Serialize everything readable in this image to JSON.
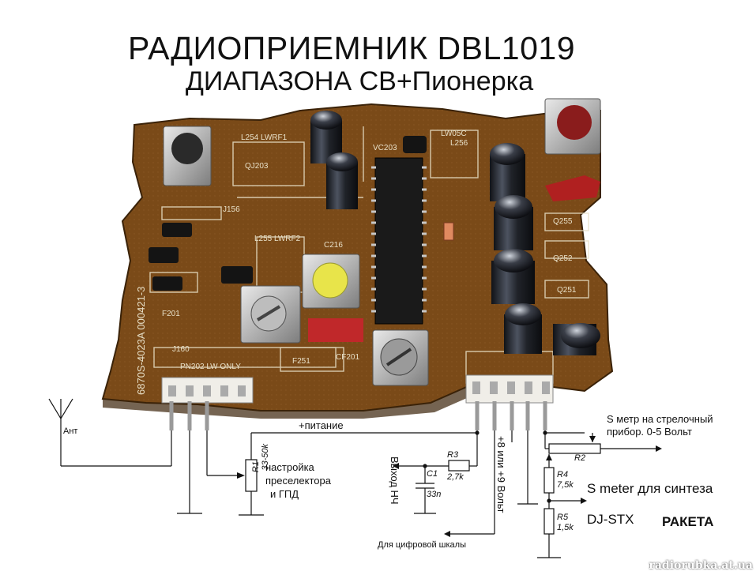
{
  "title": {
    "line1": "РАДИОПРИЕМНИК DBL1019",
    "line2": "ДИАПАЗОНА СВ+Пионерка"
  },
  "board": {
    "labels": {
      "pn202": "PN202 LW ONLY",
      "j160": "J160",
      "f251": "F251",
      "l254": "L254 LWRF1",
      "l255": "L255 LWRF2",
      "qj203": "QJ203",
      "j156": "J156",
      "vc203": "VC203",
      "lw05c": "LW05C",
      "l256": "L256",
      "f201": "F201",
      "c216": "C216",
      "cf201": "CF201",
      "q255": "Q255",
      "q252": "Q252",
      "q251": "Q251",
      "serial": "6870S-4023A 000421-3"
    }
  },
  "schematic": {
    "antenna": "Ант",
    "power": "+питание",
    "r1": {
      "name": "R1",
      "value": "33-50k"
    },
    "tuning": [
      "настройка",
      "преселектора",
      "и ГПД"
    ],
    "audio_out": "Выход НЧ",
    "r3": {
      "name": "R3",
      "value": "2,7k"
    },
    "c1": {
      "name": "C1",
      "value": "33n"
    },
    "supply": "+8 или +9 Вольт",
    "digital_scale": "Для цифровой шкалы",
    "s_meter_note": [
      "S метр на стрелочный",
      "прибор. 0-5 Вольт"
    ],
    "r2": {
      "name": "R2"
    },
    "r4": {
      "name": "R4",
      "value": "7,5k"
    },
    "r5": {
      "name": "R5",
      "value": "1,5k"
    },
    "s_meter_synth": "S meter для синтеза",
    "dj_stx": "DJ-STX",
    "raketa": "РАКЕТА"
  },
  "watermark": "radiorubka.at.ua",
  "colors": {
    "pcb": "#7a4a18",
    "pcb_dark": "#4a2a0c",
    "silk": "#e8e0c8",
    "wire": "#111111"
  }
}
